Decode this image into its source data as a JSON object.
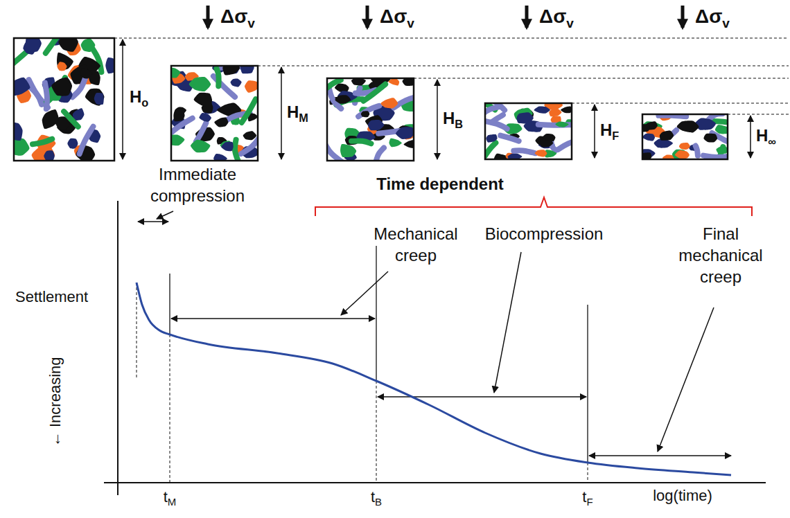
{
  "diagram": {
    "labels": [
      "Δσv",
      "Δσv",
      "Δσv",
      "Δσv",
      "Ho",
      "HM",
      "HB",
      "HF",
      "H∞",
      "Time dependent",
      "Immediate compression",
      "Mechanical creep",
      "Biocompression",
      "Final mechanical creep",
      "Settlement",
      "← Increasing",
      "tM",
      "tB",
      "tF",
      "log(time)"
    ]
  }
}
